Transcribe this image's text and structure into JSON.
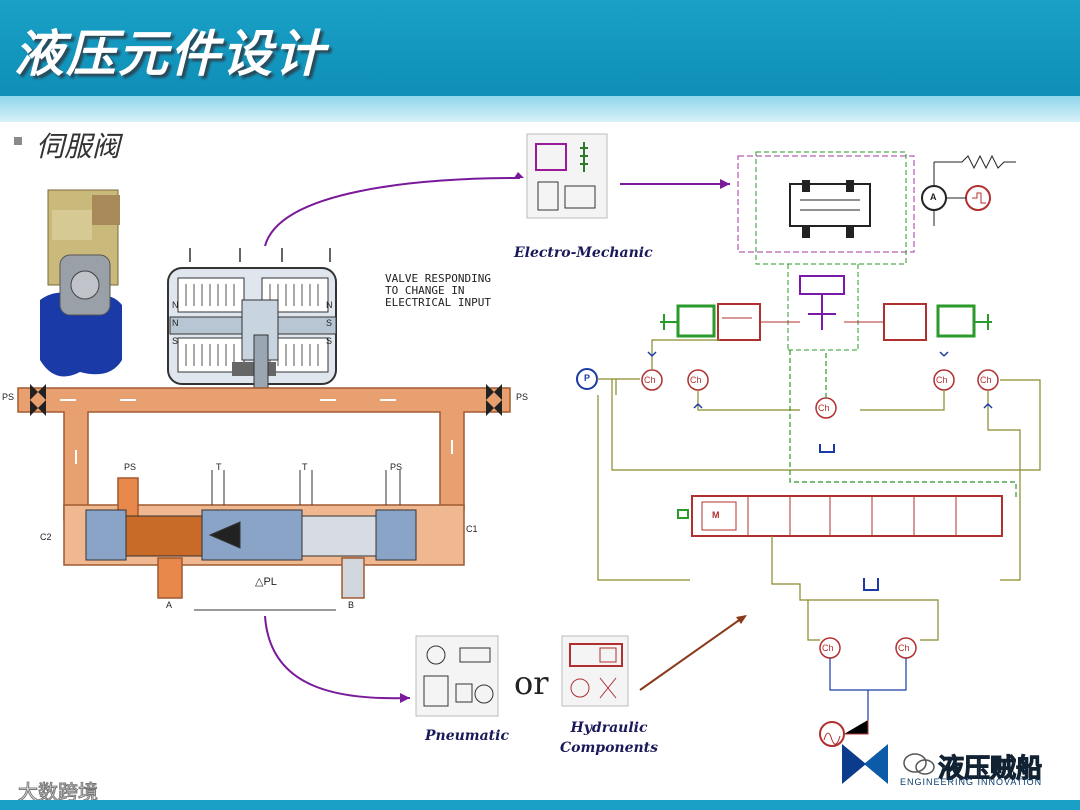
{
  "header": {
    "title": "液压元件设计"
  },
  "section": {
    "bullet_title": "伺服阀"
  },
  "valve": {
    "note": "VALVE RESPONDING\nTO CHANGE IN\nELECTRICAL INPUT",
    "labels": {
      "ps_left": "PS",
      "ps_right": "PS",
      "ps_mid1": "PS",
      "ps_mid2": "PS",
      "t1": "T",
      "t2": "T",
      "c1": "C1",
      "c2": "C2",
      "a": "A",
      "b": "B",
      "dpl": "△PL",
      "n1": "N",
      "n2": "N",
      "s1": "S",
      "s2": "S",
      "n3": "N",
      "s3": "S"
    }
  },
  "domains": {
    "electro_mechanic": "Electro-Mechanic",
    "pneumatic": "Pneumatic",
    "or": "or",
    "hydraulic": "Hydraulic\nComponents"
  },
  "schematic": {
    "p_label": "P",
    "a_label": "A",
    "ch_label": "Ch",
    "m_label": "M"
  },
  "logo": {
    "text": "液压贼船",
    "sub": "ENGINEERING INNOVATION"
  },
  "watermark": "大数跨境",
  "colors": {
    "header": "#1aa0c6",
    "oil": "#e8a070",
    "purple": "#7a1a9a",
    "green": "#2a9a2a",
    "red": "#b03030"
  }
}
